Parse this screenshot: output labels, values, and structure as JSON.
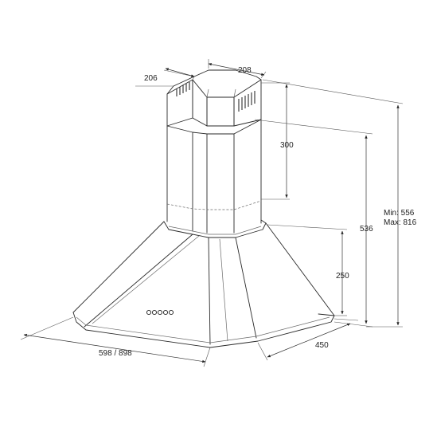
{
  "dimensions": {
    "chimney_depth": "206",
    "chimney_width": "208",
    "chimney_overlap": "300",
    "total_height": "536",
    "adjustable_height": "Min: 556\nMax: 816",
    "canopy_height": "250",
    "canopy_depth": "450",
    "canopy_width": "598 / 898"
  },
  "colors": {
    "line": "#2a2a2a",
    "background": "#ffffff"
  },
  "icons": {
    "arrowheads": "arrow-icon",
    "vents": "vent-grille-icon",
    "controls": "control-button-icon"
  }
}
